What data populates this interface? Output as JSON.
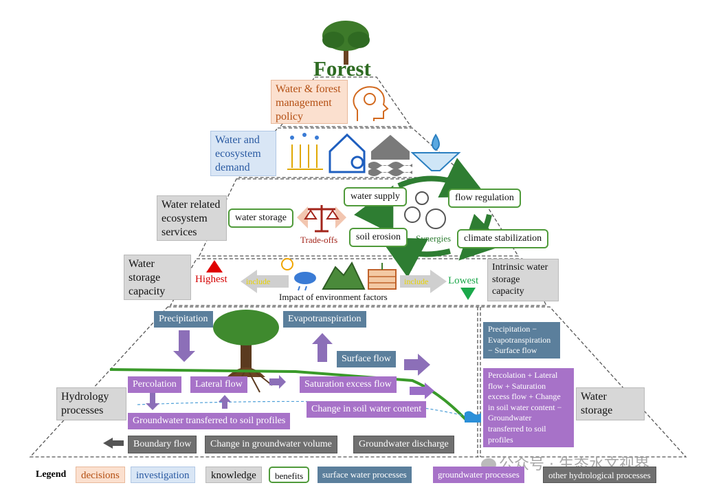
{
  "title": "Forest",
  "levels": {
    "policy": "Water & forest management policy",
    "demand": "Water and ecosystem demand",
    "services": "Water related ecosystem services",
    "capacity": "Water storage capacity",
    "hydrology": "Hydrology processes",
    "intrinsic": "Intrinsic water storage capacity",
    "water_storage": "Water storage"
  },
  "services": {
    "water_storage": "water storage",
    "trade_offs": "Trade-offs",
    "water_supply": "water supply",
    "flow_regulation": "flow regulation",
    "soil_erosion": "soil erosion",
    "synergies": "Synergies",
    "climate_stabilization": "climate stabilization"
  },
  "capacity_row": {
    "highest": "Highest",
    "lowest": "Lowest",
    "include_left": "include",
    "include_right": "include",
    "impact": "Impact of environment factors"
  },
  "processes": {
    "precipitation": "Precipitation",
    "evapotranspiration": "Evapotranspiration",
    "surface_flow": "Surface flow",
    "percolation": "Percolation",
    "lateral_flow": "Lateral flow",
    "saturation_excess_flow": "Saturation excess flow",
    "change_soil_water": "Change in soil water content",
    "groundwater_transferred": "Groundwater transferred to soil profiles",
    "boundary_flow": "Boundary flow",
    "change_groundwater": "Change in groundwater volume",
    "groundwater_discharge": "Groundwater discharge"
  },
  "equations": {
    "surface": "Precipitation − Evapotranspiration − Surface flow",
    "groundwater": "Percolation + Lateral flow + Saturation excess flow + Change in soil water content − Groundwater transferred to soil profiles"
  },
  "legend": {
    "label": "Legend",
    "decisions": "decisions",
    "investigation": "investigation",
    "knowledge": "knowledge",
    "benefits": "benefits",
    "surface": "surface water processes",
    "groundwater": "groundwater processes",
    "other": "other hydrological processes"
  },
  "watermark": "公众号 · 生态水文视界",
  "colors": {
    "decisions": "#fbe0cf",
    "investigation": "#d9e6f5",
    "knowledge": "#d7d7d7",
    "benefits": "#4f9a3a",
    "surface": "#5b7f9c",
    "groundwater": "#a772c8",
    "other": "#707070"
  },
  "icons": [
    "tree-icon",
    "brain-head-icon",
    "wheat-irrigation-icon",
    "house-water-icon",
    "flood-house-icon",
    "water-aquifer-icon",
    "balance-scale-icon",
    "gears-icon",
    "sun-rain-icon",
    "terrain-icon",
    "soil-profile-icon",
    "wechat-icon"
  ]
}
